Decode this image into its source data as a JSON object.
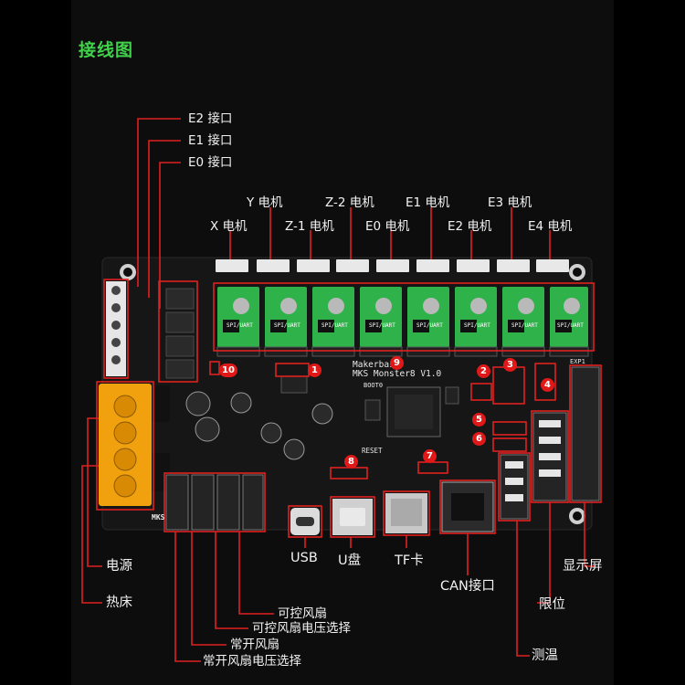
{
  "title": "接线图",
  "board": {
    "brand_line": "Makerbase",
    "model_line": "MKS Monster8 V1.0",
    "logo_text": "MKS",
    "boot_label": "BOOT0",
    "reset_label": "RESET",
    "exp1_label": "EXP1",
    "spi_label": "SPI/UART"
  },
  "top_labels": {
    "row1": [
      "Y 电机",
      "Z-2 电机",
      "E1 电机",
      "E3 电机"
    ],
    "row2": [
      "X 电机",
      "Z-1 电机",
      "E0 电机",
      "E2 电机",
      "E4 电机"
    ]
  },
  "left_labels": [
    "E2 接口",
    "E1 接口",
    "E0 接口"
  ],
  "bottom_left_labels": [
    "电源",
    "热床"
  ],
  "fan_labels": [
    "可控风扇",
    "可控风扇电压选择",
    "常开风扇",
    "常开风扇电压选择"
  ],
  "center_labels": [
    "USB",
    "U盘",
    "TF卡",
    "CAN接口"
  ],
  "right_labels": [
    "显示屏",
    "限位",
    "测温"
  ],
  "markers": [
    "1",
    "2",
    "3",
    "4",
    "5",
    "6",
    "7",
    "8",
    "9",
    "10"
  ],
  "colors": {
    "heading": "#3fd24a",
    "callout_line": "#e02020",
    "board": "#161616",
    "driver_green": "#2fb24a",
    "terminal_orange": "#f2a10e"
  }
}
